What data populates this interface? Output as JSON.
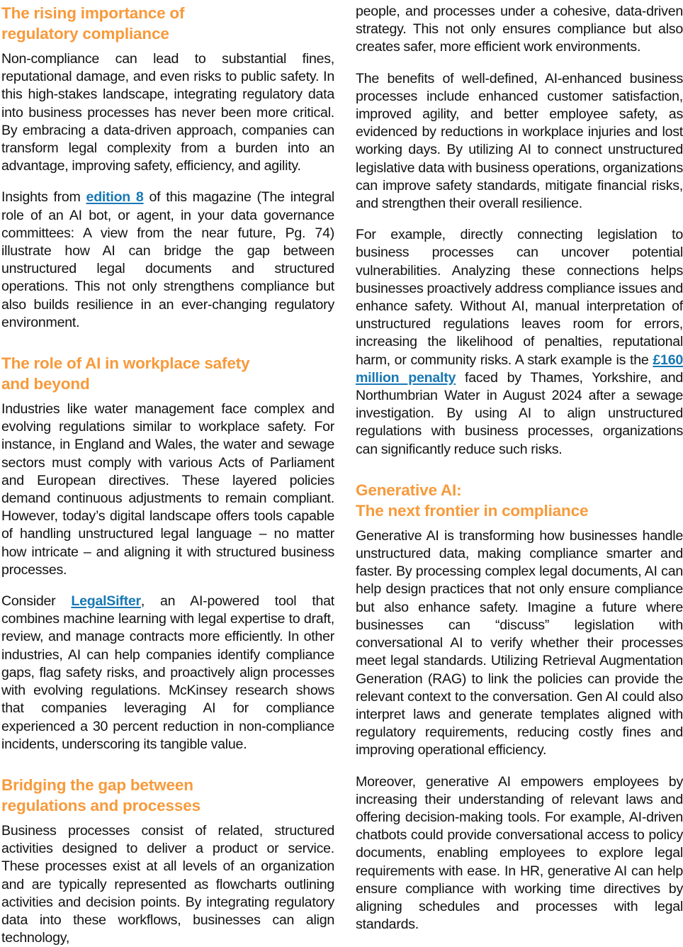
{
  "theme": {
    "heading_color": "#F79A3B",
    "body_color": "#111111",
    "link_color": "#1878B4",
    "background": "#FFFFFF"
  },
  "left_column": {
    "heading_1": {
      "line_1": "The rising importance of",
      "line_2": "regulatory compliance"
    },
    "paragraph_1": "Non-compliance can lead to substantial fines, reputational damage, and even risks to public safety. In this high-stakes landscape, integrating regulatory data into business processes has never been more critical. By embracing a data-driven approach, companies can transform legal complexity from a burden into an advantage, improving safety, efficiency, and agility.",
    "paragraph_2": {
      "before_link": "Insights from ",
      "link_text": "edition 8",
      "after_link": " of this magazine (The integral role of an AI bot, or agent, in your data governance committees: A view from the near future, Pg. 74) illustrate how AI can bridge the gap between unstructured legal documents and structured operations. This not only strengthens compliance but also builds resilience in an ever-changing regulatory environment."
    },
    "heading_2": {
      "line_1": "The role of AI in workplace safety",
      "line_2": "and beyond"
    },
    "paragraph_3": "Industries like water management face complex and evolving regulations similar to workplace safety. For instance, in England and Wales, the water and sewage sectors must comply with various Acts of Parliament and European directives. These layered policies demand continuous adjustments to remain compliant. However, today’s digital landscape offers tools capable of handling unstructured legal language – no matter how intricate – and aligning it with structured business processes.",
    "paragraph_4": {
      "before_link": "Consider ",
      "link_text": "LegalSifter",
      "after_link": ", an AI-powered tool that combines machine learning with legal expertise to draft, review, and manage contracts more efficiently. In other industries, AI can help companies identify compliance gaps, flag safety risks, and proactively align processes with evolving regulations. McKinsey research shows that companies leveraging AI for compliance experienced a 30 percent reduction in non-compliance incidents, underscoring its tangible value."
    },
    "heading_3": {
      "line_1": "Bridging the gap between",
      "line_2": "regulations and processes"
    },
    "paragraph_5": "Business processes consist of related, structured activities designed to deliver a product or service. These processes exist at all levels of an organization and are typically represented as flowcharts outlining activities and decision points. By integrating regulatory data into these workflows, businesses can align technology,"
  },
  "right_column": {
    "paragraph_1": "people, and processes under a cohesive, data-driven strategy. This not only ensures compliance but also creates safer, more efficient work environments.",
    "paragraph_2": "The benefits of well-defined, AI-enhanced business processes include enhanced customer satisfaction, improved agility, and better employee safety, as evidenced by reductions in workplace injuries and lost working days. By utilizing AI to connect unstructured legislative data with business operations, organizations can improve safety standards, mitigate financial risks, and strengthen their overall resilience.",
    "paragraph_3": {
      "before_link": "For example, directly connecting legislation to business processes can uncover potential vulnerabilities. Analyzing these connections helps businesses proactively address compliance issues and enhance safety. Without AI, manual interpretation of unstructured regulations leaves room for errors, increasing the likelihood of penalties, reputational harm, or community risks. A stark example is the ",
      "link_text": "£160 million penalty",
      "after_link": " faced by Thames, Yorkshire, and Northumbrian Water in August 2024 after a sewage investigation. By using AI to align unstructured regulations with business processes, organizations can significantly reduce such risks."
    },
    "heading_1": {
      "line_1": "Generative AI:",
      "line_2": "The next frontier in compliance"
    },
    "paragraph_4": "Generative AI is transforming how businesses handle unstructured data, making compliance smarter and faster. By processing complex legal documents, AI can help design practices that not only ensure compliance but also enhance safety. Imagine a future where businesses can “discuss” legislation with conversational AI to verify whether their processes meet legal standards. Utilizing Retrieval Augmentation Generation (RAG) to link the policies can provide the relevant context to the conversation. Gen AI could also interpret laws and generate templates aligned with regulatory requirements, reducing costly fines and improving operational efficiency.",
    "paragraph_5": "Moreover, generative AI empowers employees by increasing their understanding of relevant laws and offering decision-making tools. For example, AI-driven chatbots could provide conversational access to policy documents, enabling employees to explore legal requirements with ease. In HR, generative AI can help ensure compliance with working time directives by aligning schedules and processes with legal standards."
  }
}
